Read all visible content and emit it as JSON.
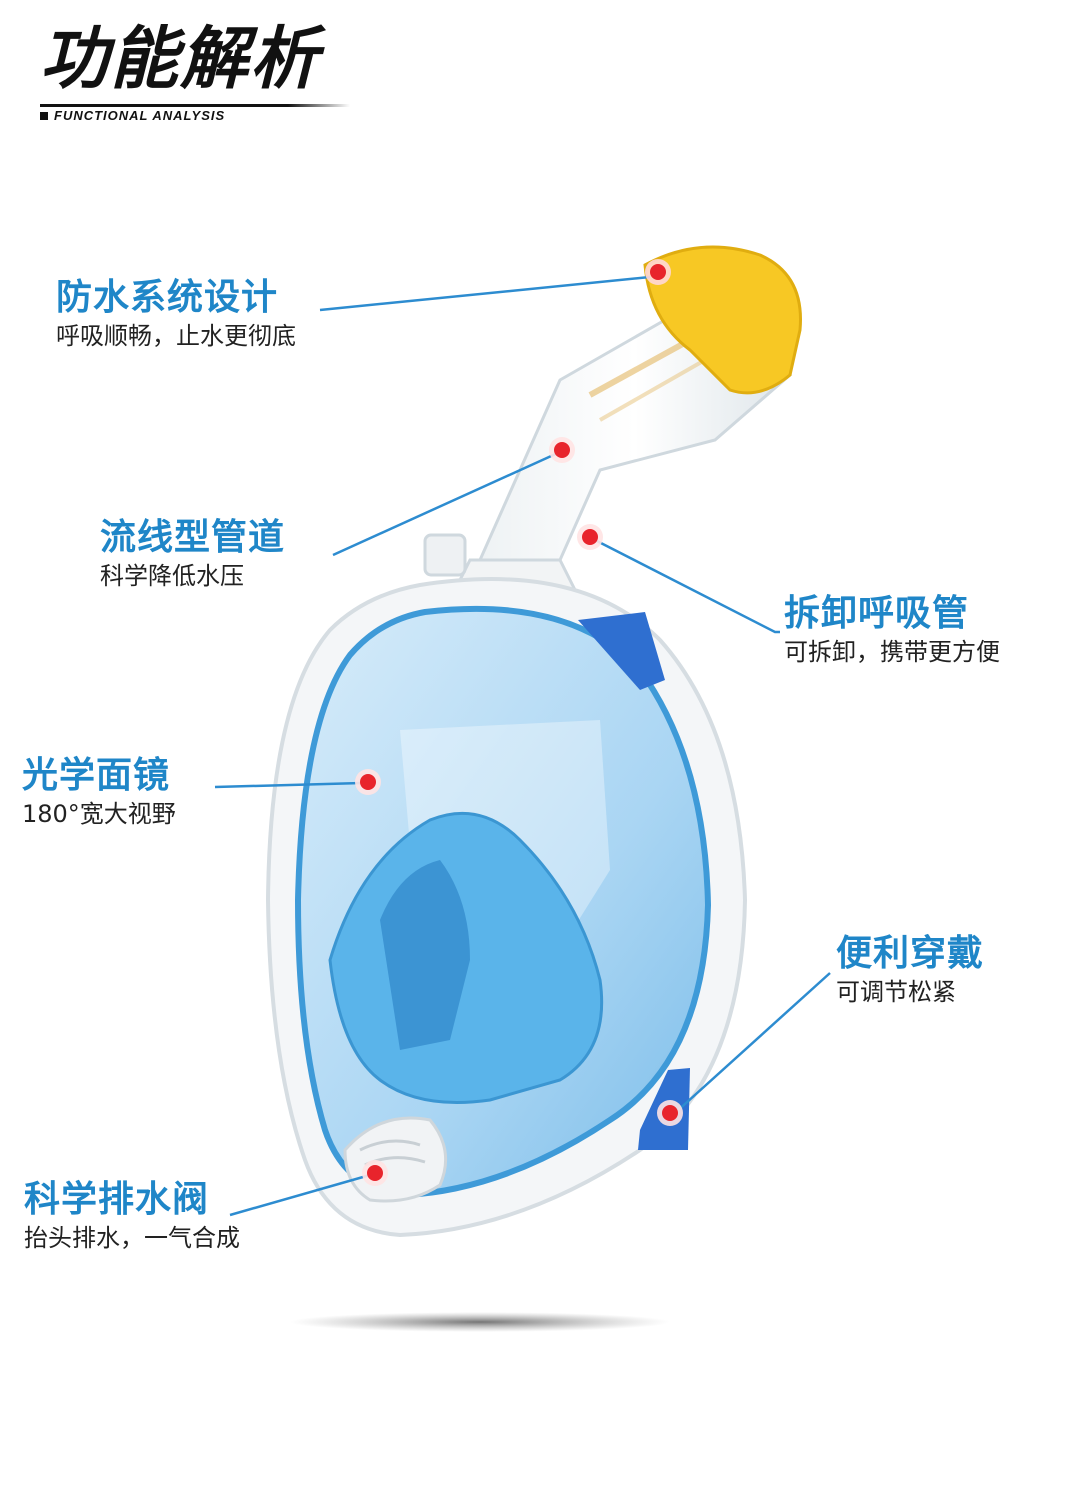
{
  "header": {
    "title": "功能解析",
    "subtitle": "FUNCTIONAL ANALYSIS"
  },
  "colors": {
    "accent": "#1f86c8",
    "marker": "#e8242c",
    "mask_blue": "#5ab4ea",
    "mask_frame": "#f4f6f8",
    "snorkel_tip": "#f7c824"
  },
  "callouts": [
    {
      "id": "waterproof",
      "title": "防水系统设计",
      "desc": "呼吸顺畅，止水更彻底"
    },
    {
      "id": "pipe",
      "title": "流线型管道",
      "desc": "科学降低水压"
    },
    {
      "id": "detach",
      "title": "拆卸呼吸管",
      "desc": "可拆卸，携带更方便"
    },
    {
      "id": "lens",
      "title": "光学面镜",
      "desc": "180°宽大视野"
    },
    {
      "id": "wear",
      "title": "便利穿戴",
      "desc": "可调节松紧"
    },
    {
      "id": "drain",
      "title": "科学排水阀",
      "desc": "抬头排水，一气合成"
    }
  ]
}
